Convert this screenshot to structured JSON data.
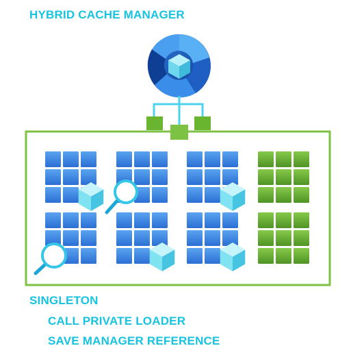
{
  "title": "HYBRID CACHE MANAGER",
  "steps": {
    "singleton": "SINGLETON",
    "call_loader": "CALL PRIVATE LOADER",
    "save_reference": "SAVE MANAGER REFERENCE"
  },
  "colors": {
    "text": "#17c3e0",
    "border": "#7dc242",
    "blue_cell": "#3b83e0",
    "green_cell": "#6aab2e",
    "connector": "#4cd3ec",
    "cube": "#7fe3f1"
  },
  "icons": {
    "manager": "cache-manager-logo-icon",
    "cube": "cube-icon",
    "magnifier": "magnifier-icon",
    "node": "green-node-icon"
  }
}
